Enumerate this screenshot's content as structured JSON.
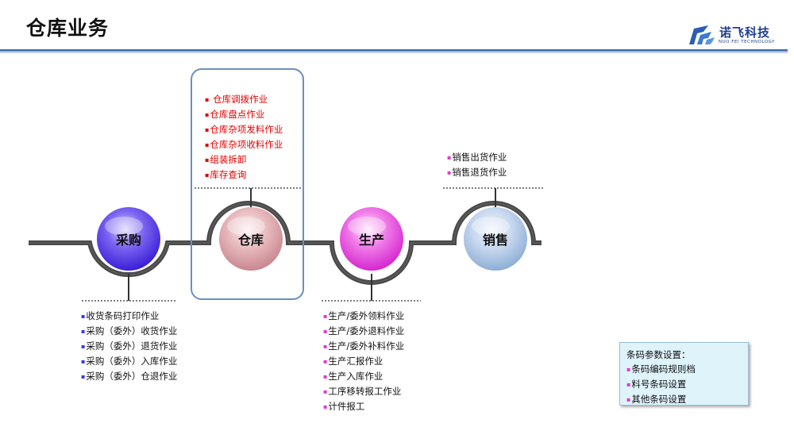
{
  "header": {
    "title": "仓库业务"
  },
  "logo": {
    "name": "诺飞科技",
    "subtitle": "NUO FEI TECHNOLOGY"
  },
  "nodes": [
    {
      "label": "采购",
      "color": "#4a2ee0"
    },
    {
      "label": "仓库",
      "color": "#c88a90"
    },
    {
      "label": "生产",
      "color": "#e03ad8"
    },
    {
      "label": "销售",
      "color": "#8fb0d8"
    }
  ],
  "lists": {
    "purchase": [
      "收货条码打印作业",
      "采购（委外）收货作业",
      "采购（委外）退货作业",
      "采购（委外）入库作业",
      "采购（委外）仓退作业"
    ],
    "warehouse": [
      " 仓库调拨作业",
      "仓库盘点作业",
      "仓库杂项发料作业",
      "仓库杂项收料作业",
      "组装拆卸",
      "库存查询"
    ],
    "production": [
      "生产/委外领料作业",
      "生产/委外退料作业",
      "生产/委外补料作业",
      "生产汇报作业",
      "生产入库作业",
      "工序移转报工作业",
      "计件报工"
    ],
    "sales": [
      "销售出货作业",
      "销售退货作业"
    ]
  },
  "barcode": {
    "heading": "条码参数设置：",
    "items": [
      "条码编码规则档",
      "料号条码设置",
      "其他条码设置"
    ]
  }
}
